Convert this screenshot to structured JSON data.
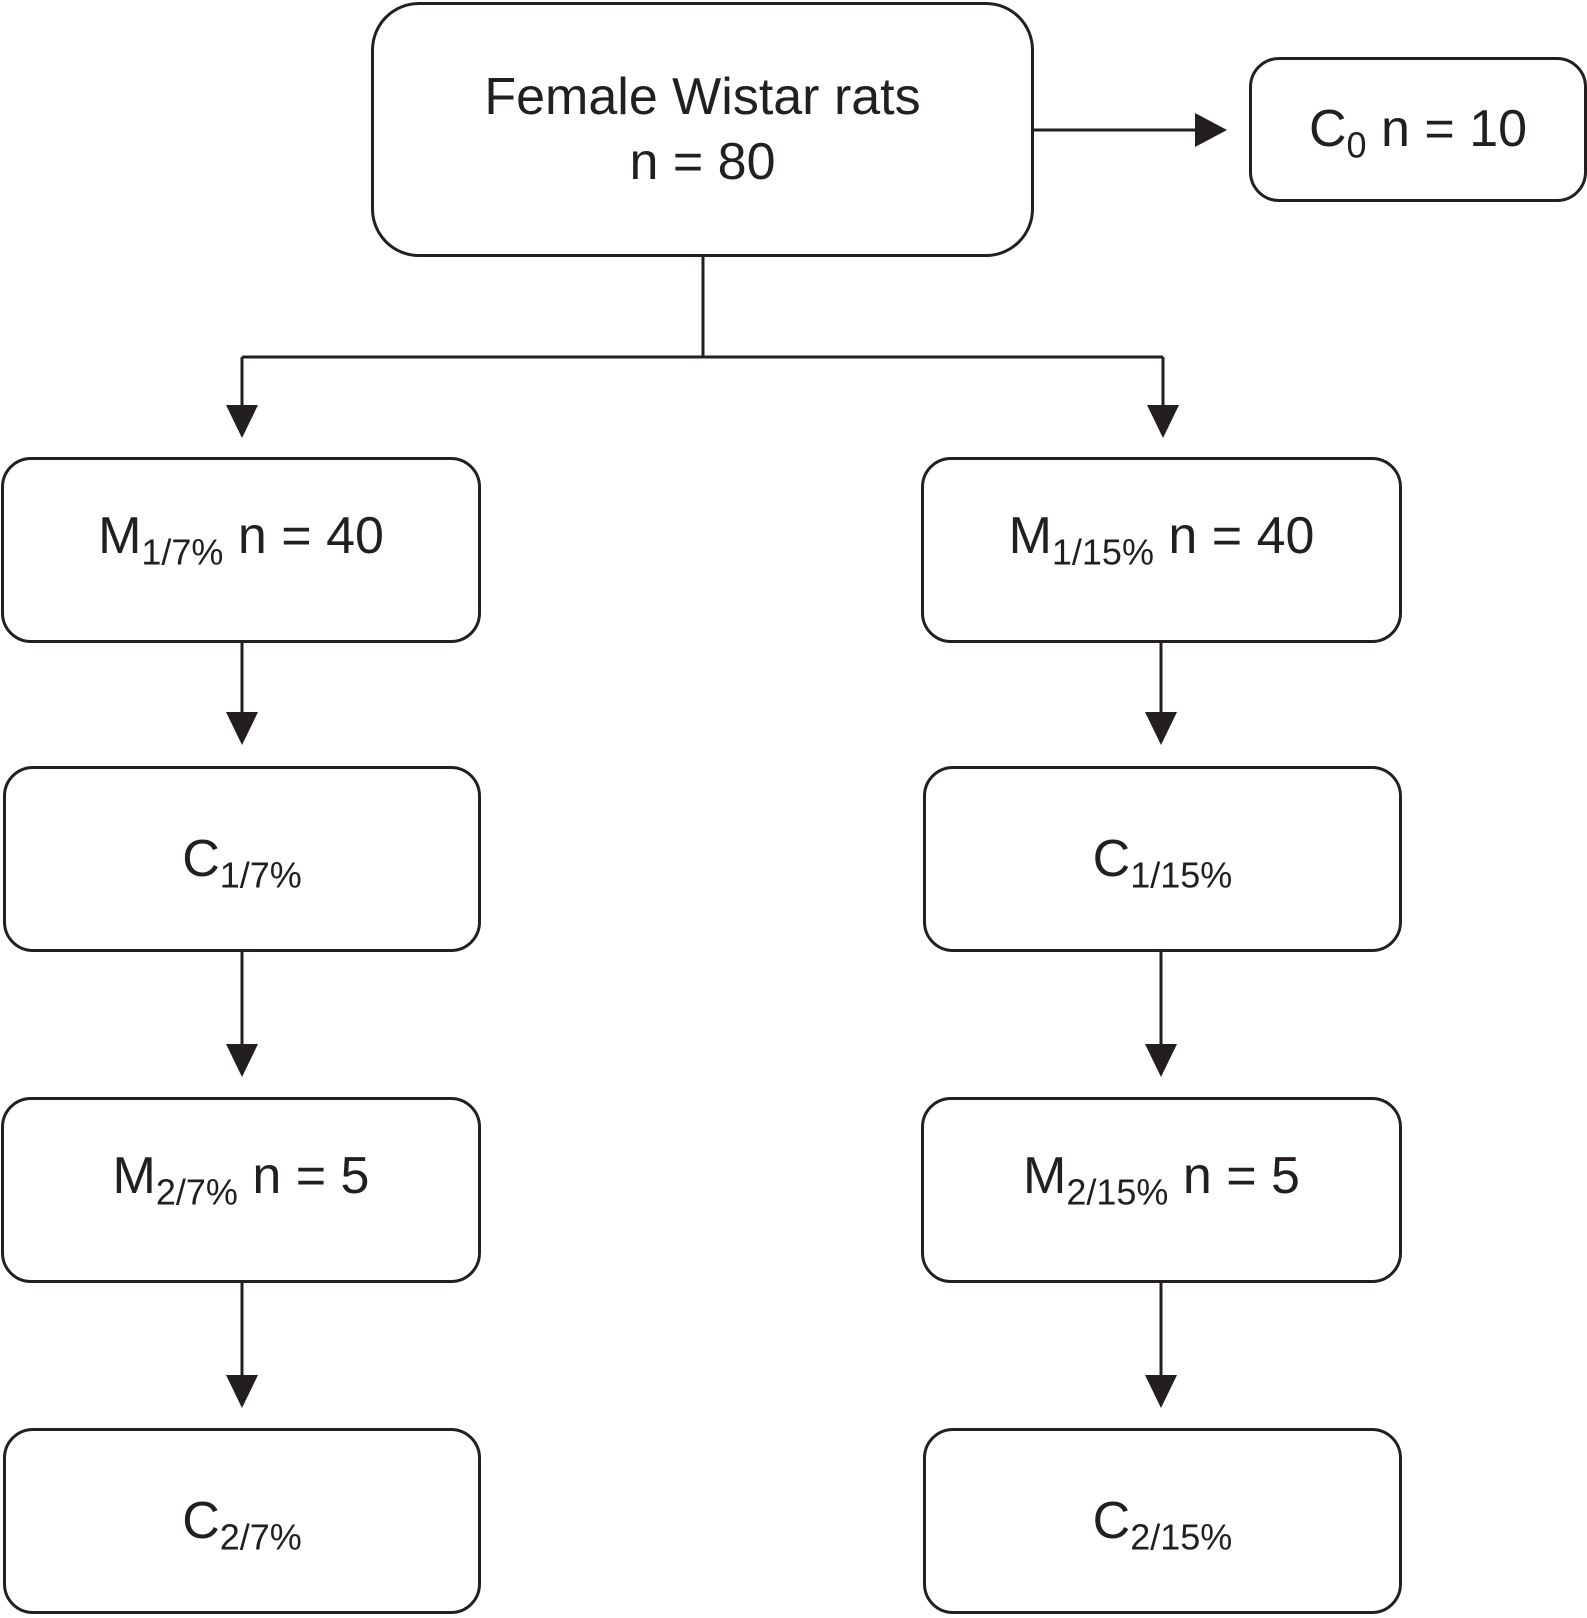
{
  "nodes": {
    "root": {
      "line1": "Female Wistar rats",
      "line2": "n = 80"
    },
    "c0": {
      "main": "C",
      "sub": "0",
      "tail": " n = 10"
    },
    "m1_7": {
      "main": "M",
      "sub": "1/7%",
      "tail": " n = 40"
    },
    "m1_15": {
      "main": "M",
      "sub": "1/15%",
      "tail": " n = 40"
    },
    "c1_7": {
      "main": "C",
      "sub": "1/7%",
      "tail": ""
    },
    "c1_15": {
      "main": "C",
      "sub": "1/15%",
      "tail": ""
    },
    "m2_7": {
      "main": "M",
      "sub": "2/7%",
      "tail": " n = 5"
    },
    "m2_15": {
      "main": "M",
      "sub": "2/15%",
      "tail": " n = 5"
    },
    "c2_7": {
      "main": "C",
      "sub": "2/7%",
      "tail": ""
    },
    "c2_15": {
      "main": "C",
      "sub": "2/15%",
      "tail": ""
    }
  },
  "colors": {
    "stroke": "#231f20",
    "background": "#ffffff"
  }
}
